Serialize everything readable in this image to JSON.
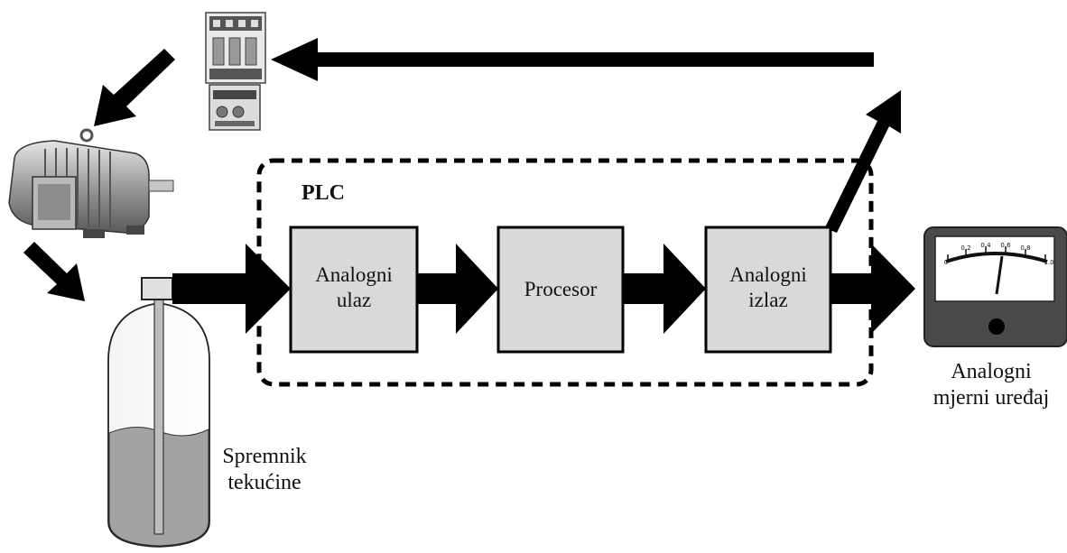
{
  "plc_label": "PLC",
  "blocks": {
    "analog_input": {
      "line1": "Analogni",
      "line2": "ulaz"
    },
    "processor": {
      "label": "Procesor"
    },
    "analog_output": {
      "line1": "Analogni",
      "line2": "izlaz"
    }
  },
  "meter": {
    "label_line1": "Analogni",
    "label_line2": "mjerni uređaj",
    "scale_ticks": [
      "0",
      "0.2",
      "0.4",
      "0.6",
      "0.8",
      "1.0"
    ]
  },
  "tank": {
    "label_line1": "Spremnik",
    "label_line2": "tekućine"
  },
  "colors": {
    "block_fill": "#d9d9d9",
    "liquid": "#a3a3a3",
    "arrow": "#000000",
    "meter_body": "#4a4a4a"
  }
}
